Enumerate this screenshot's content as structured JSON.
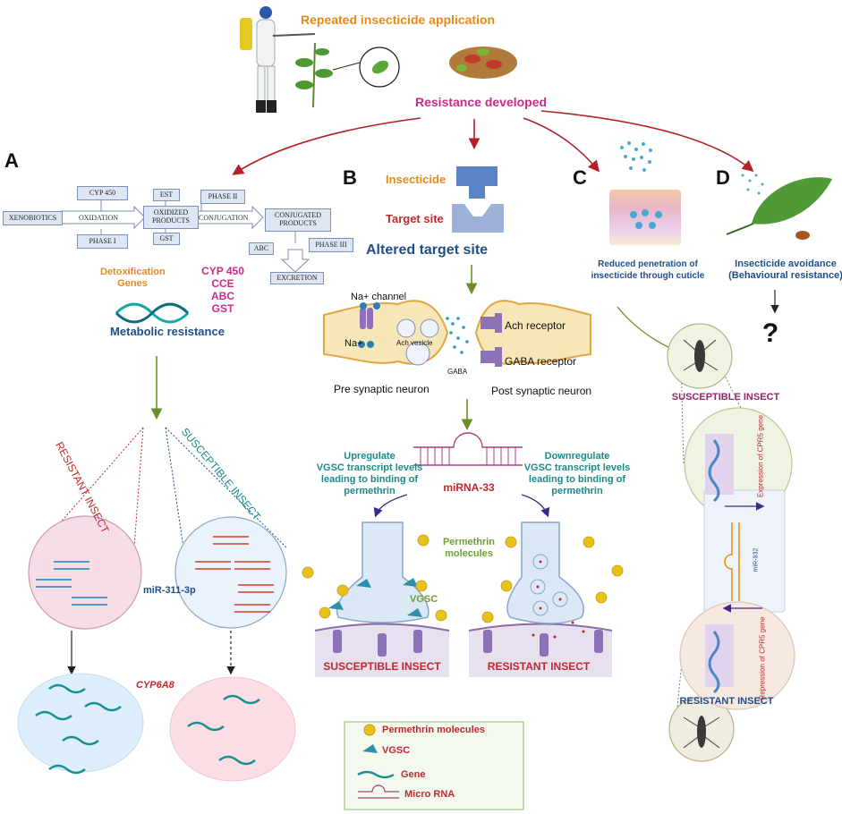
{
  "header": {
    "title": "Repeated insecticide application",
    "resistance": "Resistance developed"
  },
  "panels": {
    "a": "A",
    "b": "B",
    "c": "C",
    "d": "D"
  },
  "metabolic": {
    "flow": {
      "xenobiotics": "XENOBIOTICS",
      "cyp450": "CYP 450",
      "oxidation": "OXIDATION",
      "phase1": "PHASE I",
      "est": "EST",
      "oxidized": "OXIDIZED PRODUCTS",
      "gst": "GST",
      "phase2": "PHASE II",
      "conjugation": "CONJUGATION",
      "conjugated": "CONJUGATED PRODUCTS",
      "abc": "ABC",
      "phase3": "PHASE III",
      "excretion": "EXCRETION"
    },
    "detox_label": "Detoxification Genes",
    "genes": [
      "CYP 450",
      "CCE",
      "ABC",
      "GST"
    ],
    "title": "Metabolic resistance",
    "resistant": "RESISTANT INSECT",
    "susceptible": "SUSCEPTIBLE INSECT",
    "mirna": "miR-311-3p",
    "gene": "CYP6A8"
  },
  "target": {
    "insecticide": "Insecticide",
    "target_site": "Target site",
    "altered": "Altered target site",
    "na_channel": "Na+ channel",
    "na": "Na+",
    "ach_vesicle": "Ach vesicle",
    "gaba": "GABA",
    "ach_receptor": "Ach receptor",
    "gaba_receptor": "GABA receptor",
    "pre": "Pre synaptic neuron",
    "post": "Post synaptic neuron",
    "mirna33": "miRNA-33",
    "up": [
      "Upregulate",
      "VGSC transcript levels",
      "leading to binding of",
      "permethrin"
    ],
    "down": [
      "Downregulate",
      "VGSC transcript levels",
      "leading to binding of",
      "permethrin"
    ],
    "permethrin": "Permethrin molecules",
    "vgsc": "VGSC",
    "susceptible": "SUSCEPTIBLE INSECT",
    "resistant": "RESISTANT INSECT"
  },
  "cuticle": {
    "caption": [
      "Reduced penetration of",
      "insecticide through cuticle"
    ],
    "susceptible": "SUSCEPTIBLE INSECT",
    "expression": "Expression of CPR5 gene",
    "mirna": "miR-932",
    "repression": "Repression of CPR5 gene",
    "resistant": "RESISTANT INSECT"
  },
  "behaviour": {
    "caption": [
      "Insecticide avoidance",
      "(Behavioural resistance)"
    ],
    "question": "?"
  },
  "legend": {
    "items": [
      "Permethrin molecules",
      "VGSC",
      "Gene",
      "Micro RNA"
    ]
  },
  "colors": {
    "orange": "#e8891a",
    "magenta": "#cc2a8b",
    "crimson": "#c0282d",
    "navy": "#1f4e8c",
    "teal": "#1a8a8a",
    "green": "#6aa130",
    "arrow_red": "#b3202a"
  }
}
